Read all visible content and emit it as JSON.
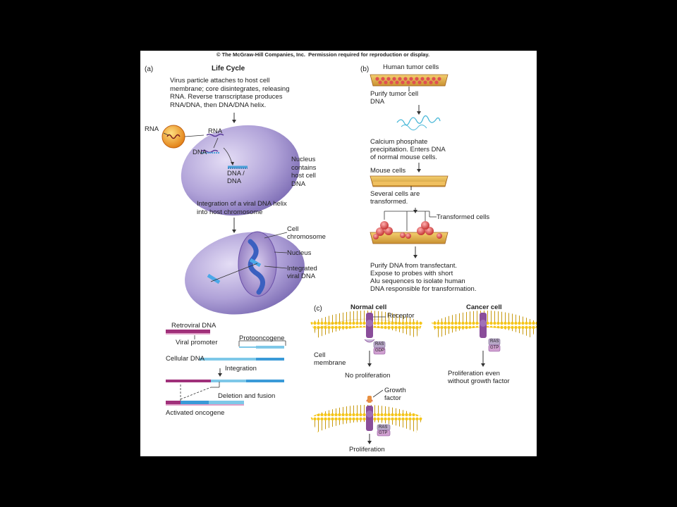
{
  "copyright": "© The McGraw-Hill Companies, Inc.  Permission required for reproduction or display.",
  "panel_a": {
    "letter": "(a)",
    "title": "Life Cycle",
    "step1": "Virus particle attaches to host cell\nmembrane; core disintegrates, releasing\nRNA. Reverse transcriptase produces\nRNA/DNA, then DNA/DNA helix.",
    "label_rna_virus": "RNA",
    "label_rna": "RNA",
    "label_dna": "DNA",
    "label_dnadna": "DNA /\nDNA",
    "nucleus_note": "Nucleus\ncontains\nhost cell\nDNA",
    "step2": "Integration of a viral DNA helix\ninto host chromosome",
    "label_chromosome": "Cell\nchromosome",
    "label_nucleus": "Nucleus",
    "label_integrated": "Integrated\nviral DNA",
    "retroviral_dna": "Retroviral DNA",
    "viral_promoter": "Viral promoter",
    "protooncogene": "Protooncogene",
    "cellular_dna": "Cellular DNA",
    "integration": "Integration",
    "deletion_fusion": "Deletion and fusion",
    "activated_oncogene": "Activated oncogene"
  },
  "panel_b": {
    "letter": "(b)",
    "human_tumor_cells": "Human tumor cells",
    "purify_tumor": "Purify tumor cell\nDNA",
    "calcium": "Calcium phosphate\nprecipitation. Enters DNA\nof normal mouse cells.",
    "mouse_cells": "Mouse cells",
    "several_cells": "Several cells are\ntransformed.",
    "transformed_cells": "Transformed cells",
    "purify_dna": "Purify DNA from transfectant.\nExpose to probes with short\nAlu sequences to isolate human\nDNA responsible for transformation."
  },
  "panel_c": {
    "letter": "(c)",
    "normal_cell": "Normal cell",
    "cancer_cell": "Cancer cell",
    "receptor": "Receptor",
    "cell_membrane": "Cell\nmembrane",
    "ras": "RAS",
    "gdp": "GDP",
    "gtp": "GTP",
    "no_proliferation": "No proliferation",
    "growth_factor": "Growth\nfactor",
    "proliferation": "Proliferation",
    "proliferation_even": "Proliferation even\nwithout growth factor"
  },
  "colors": {
    "cell": "#a99bd3",
    "virus": "#f0a020",
    "retroviral": "#a0307a",
    "cellular_dna": "#7ec8e8",
    "membrane": "#f5c518",
    "receptor": "#8a4d9a",
    "tumor_cell": "#e05050"
  }
}
